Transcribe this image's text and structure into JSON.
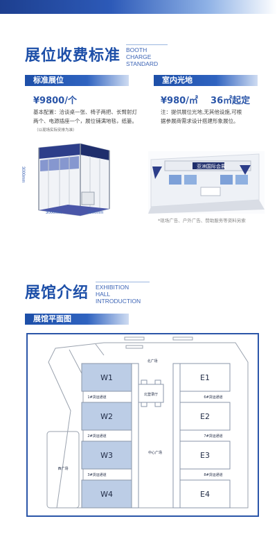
{
  "booth_section": {
    "title": "展位收费标准",
    "title_en": [
      "BOOTH CHARGE",
      "STANDARD"
    ],
    "standard": {
      "tab": "标准展位",
      "price": "¥9800/个",
      "desc_line1": "基本配置：洽谈桌一张、椅子两把、长臂射灯",
      "desc_line2": "两个、电源插座一个，展位铺满地毯，纸篓。",
      "desc_note": "（以现场实际安排为准）",
      "dim_height": "3000mm",
      "dim_width1": "3000mm",
      "dim_width2": "3000mm"
    },
    "indoor": {
      "tab": "室内光地",
      "price": "¥980/㎡    36㎡起定",
      "desc_line1": "注：提供展位光地,无其他设施,可根",
      "desc_line2": "据参展商需求设计搭建形象展位。",
      "note": "*现场广告、户外广告、赞助服务等资料另索"
    }
  },
  "hall_section": {
    "title": "展馆介绍",
    "title_en": [
      "EXHIBITION",
      "HALL INTRODUCTION"
    ],
    "plan_tab": "展馆平面图",
    "plan": {
      "halls_west": [
        "W1",
        "W2",
        "W3",
        "W4"
      ],
      "halls_east": [
        "E1",
        "E2",
        "E3",
        "E4"
      ],
      "north_square": "北广场",
      "north_hall": "北登录厅",
      "center_square": "中心广场",
      "west_square": "西广场",
      "channel_1": "1#货运通道",
      "channel_2": "2#货运通道",
      "channel_3": "3#货运通道",
      "channel_6": "6#货运通道",
      "channel_7": "7#货运通道",
      "channel_8": "8#货运通道"
    }
  },
  "colors": {
    "brand_blue": "#1d4fa8",
    "hall_fill": "#bccde6",
    "hall_fill_dark": "#a9bfdf"
  }
}
